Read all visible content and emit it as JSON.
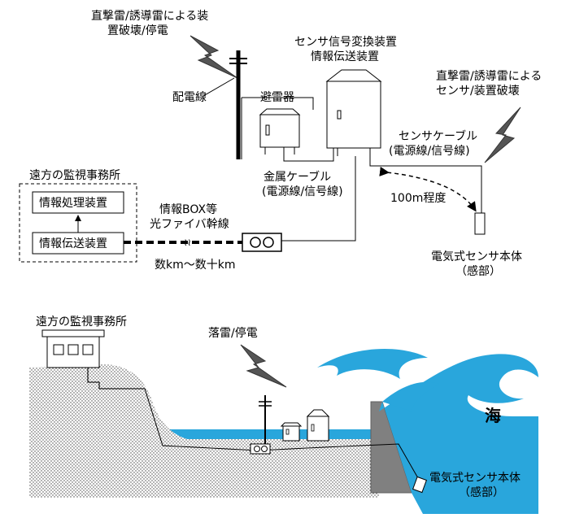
{
  "top_diagram": {
    "lightning_left_label": [
      "直撃雷/誘導雷による装",
      "置破壊/停電"
    ],
    "power_line_label": "配電線",
    "converter_label": [
      "センサ信号変換装置",
      "情報伝送装置"
    ],
    "lightning_right_label": [
      "直撃雷/誘導雷による",
      "センサ/装置破壊"
    ],
    "arrester_label": "避雷器",
    "sensor_cable_label": [
      "センサケーブル",
      "(電源線/信号線)"
    ],
    "monitoring_office_label": "遠方の監視事務所",
    "metal_cable_label": [
      "金属ケーブル",
      "(電源線/信号線)"
    ],
    "info_processing_box": "情報処理装置",
    "distance_label": "100m程度",
    "fiber_label": [
      "情報BOX等",
      "光ファイバ幹線"
    ],
    "info_transmission_box": "情報伝送装置",
    "fiber_distance_label": "数km～数十km",
    "sensor_label": [
      "電気式センサ本体",
      "（感部）"
    ]
  },
  "bottom_diagram": {
    "monitoring_office_label": "遠方の監視事務所",
    "lightning_label": "落雷/停電",
    "sea_label": "海",
    "sensor_label": [
      "電気式センサ本体",
      "（感部）"
    ]
  }
}
